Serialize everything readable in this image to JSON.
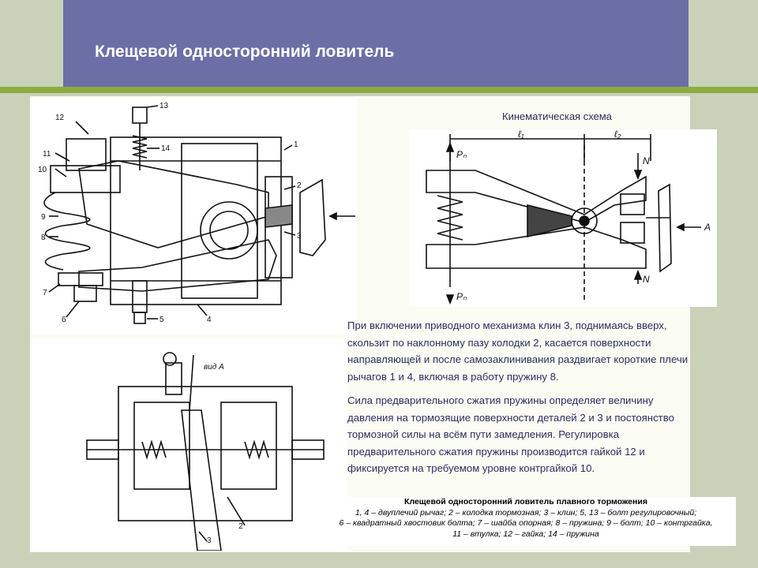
{
  "header": {
    "title": "Клещевой односторонний ловитель"
  },
  "kinematic": {
    "title": "Кинематическая схема",
    "labels": {
      "l1": "ℓ₁",
      "l2": "ℓ₂",
      "pn_top": "Pₙ",
      "pn_bottom": "Pₙ",
      "n_top": "N",
      "n_bottom": "N",
      "a": "A"
    }
  },
  "body": {
    "paragraph1": "При включении приводного механизма клин 3, поднимаясь вверх, скользит по наклонному пазу колодки 2, касается поверхности направляющей и после самозаклинивания раздвигает короткие плечи рычагов 1 и 4, включая в работу пружину 8.",
    "paragraph2": "Сила предварительного сжатия пружины определяет величину давления на тормозящие поверхности деталей 2 и 3 и постоянство тормозной силы на всём пути замедления. Регулировка предварительного сжатия пружины производится гайкой 12 и фиксируется на требуемом уровне контргайкой 10."
  },
  "caption": {
    "title": "Клещевой односторонний ловитель плавного торможения",
    "line1": "1, 4 – двуплечий рычаг; 2 – колодка тормозная; 3 – клин; 5, 13 – болт регулировочный;",
    "line2": "6 – квадратный хвостовик болта; 7 – шайба опорная; 8 – пружина; 9 – болт; 10 – контргайка,",
    "line3": "11 – втулка; 12 – гайка; 14 – пружина"
  },
  "drawing_top": {
    "labels": [
      "13",
      "12",
      "14",
      "11",
      "10",
      "1",
      "2",
      "9",
      "8",
      "3",
      "7",
      "6",
      "5",
      "4"
    ]
  },
  "drawing_bottom": {
    "view_label": "вид А",
    "labels": [
      "2",
      "3"
    ]
  },
  "colors": {
    "header_bg": "#6c6fa6",
    "accent_line": "#8faa3e",
    "side_bg": "#c9d2b9",
    "text": "#2d2d60"
  }
}
